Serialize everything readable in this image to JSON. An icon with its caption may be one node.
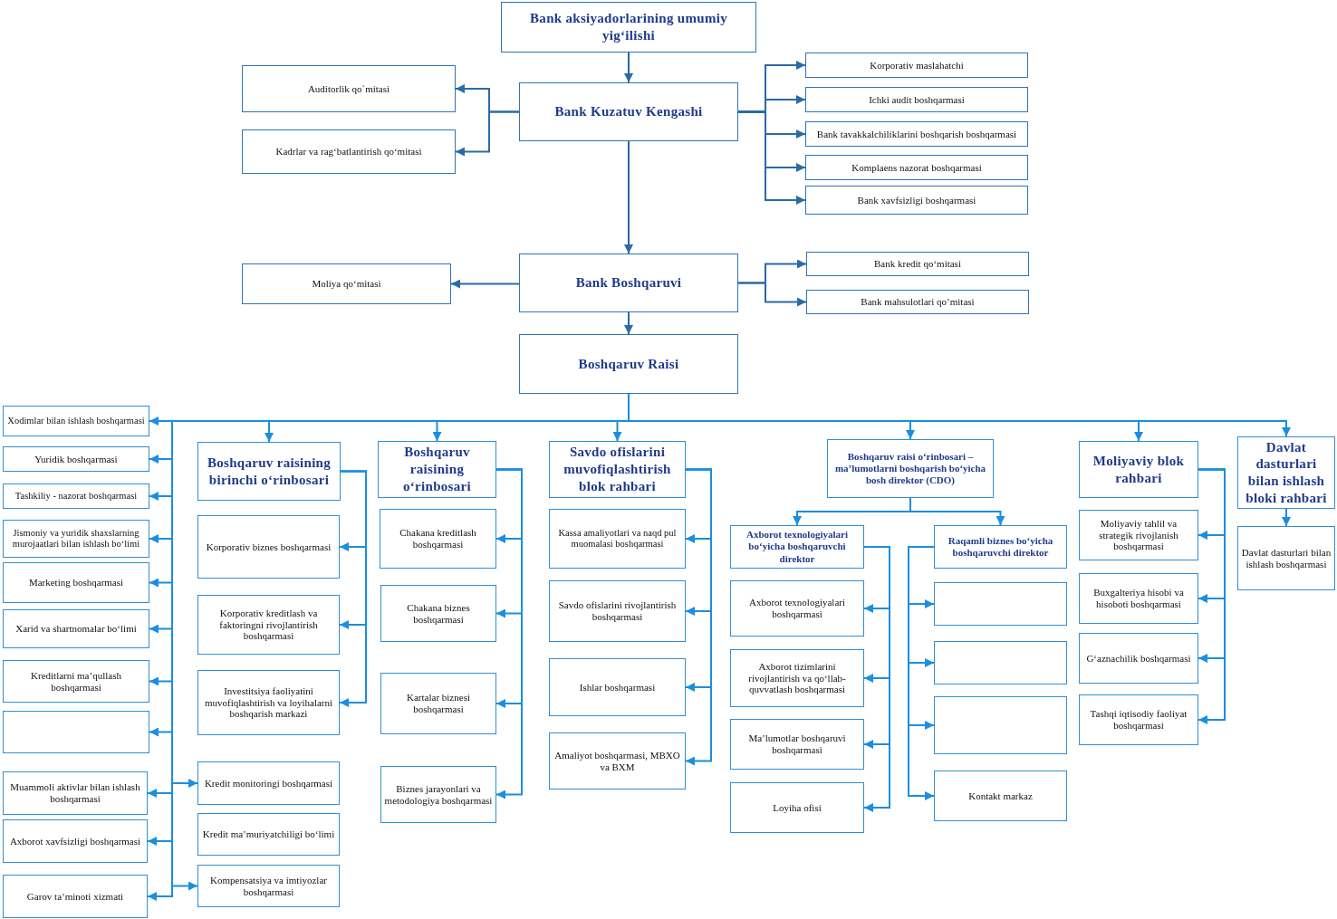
{
  "diagram": {
    "nodes": [
      {
        "text": [
          "Bank aksiyadorlarining umumiy yig‘ilishi"
        ]
      },
      {
        "text": [
          "Bank Kuzatuv Kengashi"
        ]
      },
      {
        "text": [
          "Auditorlik qo`mitasi"
        ]
      },
      {
        "text": [
          "Kadrlar va rag‘batlantirish qo‘mitasi"
        ]
      },
      {
        "text": [
          "Korporativ maslahatchi"
        ]
      },
      {
        "text": [
          "Ichki audit boshqarmasi"
        ]
      },
      {
        "text": [
          "Bank tavakkalchiliklarini boshqarish boshqarmasi"
        ]
      },
      {
        "text": [
          "Komplaens nazorat boshqarmasi"
        ]
      },
      {
        "text": [
          "Bank xavfsizligi boshqarmasi"
        ]
      },
      {
        "text": [
          "Bank Boshqaruvi"
        ]
      },
      {
        "text": [
          "Moliya qo‘mitasi"
        ]
      },
      {
        "text": [
          "Bank kredit qo‘mitasi"
        ]
      },
      {
        "text": [
          "Bank mahsulotlari qo’mitasi"
        ]
      },
      {
        "text": [
          "Boshqaruv Raisi"
        ]
      },
      {
        "text": [
          "Xodimlar bilan ishlash boshqarmasi"
        ]
      },
      {
        "text": [
          "Yuridik boshqarmasi"
        ]
      },
      {
        "text": [
          "Tashkiliy - nazorat boshqarmasi"
        ]
      },
      {
        "text": [
          "Jismoniy va yuridik shaxslarning murojaatlari bilan ishlash bo‘limi"
        ]
      },
      {
        "text": [
          "Marketing boshqarmasi"
        ]
      },
      {
        "text": [
          "Xarid va shartnomalar bo‘limi"
        ]
      },
      {
        "text": [
          "Kreditlarni ma’qullash boshqarmasi"
        ]
      },
      {
        "text": [],
        "shape": "box"
      },
      {
        "text": [
          "Muammoli aktivlar bilan ishlash boshqarmasi"
        ]
      },
      {
        "text": [
          "Axborot xavfsizligi boshqarmasi"
        ]
      },
      {
        "text": [
          "Garov ta’minoti xizmati"
        ]
      },
      {
        "text": [
          "Boshqaruv raisining birinchi o‘rinbosari"
        ]
      },
      {
        "text": [
          "Korporativ biznes boshqarmasi"
        ]
      },
      {
        "text": [
          "Korporativ kreditlash va faktoringni rivojlantirish boshqarmasi"
        ]
      },
      {
        "text": [
          "Investitsiya faoliyatini muvofiqlashtirish va loyihalarni boshqarish markazi"
        ]
      },
      {
        "text": [
          "Kredit monitoringi boshqarmasi"
        ]
      },
      {
        "text": [
          "Kredit ma’muriyatchiligi bo‘limi"
        ]
      },
      {
        "text": [
          "Kompensatsiya va imtiyozlar boshqarmasi"
        ]
      },
      {
        "text": [
          "Boshqaruv raisining o‘rinbosari"
        ]
      },
      {
        "text": [
          "Chakana kreditlash boshqarmasi"
        ]
      },
      {
        "text": [
          "Chakana biznes boshqarmasi"
        ]
      },
      {
        "text": [
          "Kartalar biznesi boshqarmasi"
        ]
      },
      {
        "text": [
          "Biznes jarayonlari va metodologiya boshqarmasi"
        ]
      },
      {
        "text": [
          "Savdo ofislarini muvofiqlashtirish blok rahbari"
        ]
      },
      {
        "text": [
          "Kassa amaliyotlari va naqd pul muomalasi boshqarmasi"
        ]
      },
      {
        "text": [
          "Savdo ofislarini rivojlantirish boshqarmasi"
        ]
      },
      {
        "text": [
          "Ishlar boshqarmasi"
        ]
      },
      {
        "text": [
          "Amaliyot boshqarmasi, MBXO va BXM"
        ]
      },
      {
        "text": [
          "Boshqaruv raisi o‘rinbosari – ma’lumotlarni boshqarish bo‘yicha bosh direktor (CDO)"
        ]
      },
      {
        "text": [
          "Axborot texnologiyalari bo‘yicha boshqaruvchi direktor"
        ]
      },
      {
        "text": [
          "Axborot texnologiyalari boshqarmasi"
        ]
      },
      {
        "text": [
          "Axborot tizimlarini rivojlantirish va qo‘llab-quvvatlash boshqarmasi"
        ]
      },
      {
        "text": [
          "Ma’lumotlar boshqaruvi boshqarmasi"
        ]
      },
      {
        "text": [
          "Loyiha ofisi"
        ]
      },
      {
        "text": [
          "Raqamli biznes bo‘yicha boshqaruvchi direktor"
        ]
      },
      {
        "text": [],
        "shape": "box"
      },
      {
        "text": [],
        "shape": "box"
      },
      {
        "text": [],
        "shape": "box"
      },
      {
        "text": [
          "Kontakt markaz"
        ]
      },
      {
        "text": [
          "Moliyaviy blok rahbari"
        ]
      },
      {
        "text": [
          "Moliyaviy tahlil va strategik rivojlanish boshqarmasi"
        ]
      },
      {
        "text": [
          "Buxgalteriya hisobi va hisoboti boshqarmasi"
        ]
      },
      {
        "text": [
          "G‘aznachilik boshqarmasi"
        ]
      },
      {
        "text": [
          "Tashqi iqtisodiy faoliyat boshqarmasi"
        ]
      },
      {
        "text": [
          "Davlat dasturlari bilan ishlash bloki rahbari"
        ]
      },
      {
        "text": [
          "Davlat dasturlari bilan ishlash boshqarmasi"
        ]
      }
    ],
    "edges": [
      {
        "from": 0,
        "to": 1,
        "arrow": "to",
        "color": "#2a6aa6"
      },
      {
        "from": 1,
        "to": 2,
        "arrow": "to",
        "color": "#2a6aa6"
      },
      {
        "from": 1,
        "to": 3,
        "arrow": "to",
        "color": "#2a6aa6"
      },
      {
        "from": 1,
        "to": 4,
        "arrow": "to",
        "color": "#2a6aa6"
      },
      {
        "from": 1,
        "to": 5,
        "arrow": "to",
        "color": "#2a6aa6"
      },
      {
        "from": 1,
        "to": 6,
        "arrow": "to",
        "color": "#2a6aa6"
      },
      {
        "from": 1,
        "to": 7,
        "arrow": "to",
        "color": "#2a6aa6"
      },
      {
        "from": 1,
        "to": 8,
        "arrow": "to",
        "color": "#2a6aa6"
      },
      {
        "from": 1,
        "to": 9,
        "arrow": "to",
        "color": "#2a6aa6"
      },
      {
        "from": 9,
        "to": 10,
        "arrow": "to",
        "color": "#2a6aa6"
      },
      {
        "from": 9,
        "to": 11,
        "arrow": "to",
        "color": "#2a6aa6"
      },
      {
        "from": 9,
        "to": 12,
        "arrow": "to",
        "color": "#2a6aa6"
      },
      {
        "from": 9,
        "to": 13,
        "arrow": "to",
        "color": "#2a6aa6"
      },
      {
        "from": 13,
        "to": 14,
        "arrow": "to"
      },
      {
        "from": 13,
        "to": 15,
        "arrow": "to"
      },
      {
        "from": 13,
        "to": 16,
        "arrow": "to"
      },
      {
        "from": 13,
        "to": 17,
        "arrow": "to"
      },
      {
        "from": 13,
        "to": 18,
        "arrow": "to"
      },
      {
        "from": 13,
        "to": 19,
        "arrow": "to"
      },
      {
        "from": 13,
        "to": 20,
        "arrow": "to"
      },
      {
        "from": 13,
        "to": 21,
        "arrow": "to"
      },
      {
        "from": 13,
        "to": 22,
        "arrow": "to"
      },
      {
        "from": 13,
        "to": 23,
        "arrow": "to"
      },
      {
        "from": 13,
        "to": 24,
        "arrow": "to"
      },
      {
        "from": 13,
        "to": 29,
        "arrow": "to"
      },
      {
        "from": 13,
        "to": 31,
        "arrow": "to"
      },
      {
        "from": 13,
        "to": 25,
        "arrow": "to"
      },
      {
        "from": 13,
        "to": 32,
        "arrow": "to"
      },
      {
        "from": 13,
        "to": 37,
        "arrow": "to"
      },
      {
        "from": 13,
        "to": 42,
        "arrow": "to"
      },
      {
        "from": 13,
        "to": 53,
        "arrow": "to"
      },
      {
        "from": 13,
        "to": 58,
        "arrow": "to"
      },
      {
        "from": 25,
        "to": 26,
        "arrow": "to"
      },
      {
        "from": 25,
        "to": 27,
        "arrow": "to"
      },
      {
        "from": 25,
        "to": 28,
        "arrow": "to"
      },
      {
        "from": 32,
        "to": 33,
        "arrow": "to"
      },
      {
        "from": 32,
        "to": 34,
        "arrow": "to"
      },
      {
        "from": 32,
        "to": 35,
        "arrow": "to"
      },
      {
        "from": 32,
        "to": 36,
        "arrow": "to"
      },
      {
        "from": 37,
        "to": 38,
        "arrow": "to"
      },
      {
        "from": 37,
        "to": 39,
        "arrow": "to"
      },
      {
        "from": 37,
        "to": 40,
        "arrow": "to"
      },
      {
        "from": 37,
        "to": 41,
        "arrow": "to"
      },
      {
        "from": 42,
        "to": 43,
        "arrow": "to"
      },
      {
        "from": 42,
        "to": 48,
        "arrow": "to"
      },
      {
        "from": 43,
        "to": 44,
        "arrow": "to"
      },
      {
        "from": 43,
        "to": 45,
        "arrow": "to"
      },
      {
        "from": 43,
        "to": 46,
        "arrow": "to"
      },
      {
        "from": 43,
        "to": 47,
        "arrow": "to"
      },
      {
        "from": 48,
        "to": 49,
        "arrow": "to"
      },
      {
        "from": 48,
        "to": 50,
        "arrow": "to"
      },
      {
        "from": 48,
        "to": 51,
        "arrow": "to"
      },
      {
        "from": 48,
        "to": 52,
        "arrow": "to"
      },
      {
        "from": 53,
        "to": 54,
        "arrow": "to"
      },
      {
        "from": 53,
        "to": 55,
        "arrow": "to"
      },
      {
        "from": 53,
        "to": 56,
        "arrow": "to"
      },
      {
        "from": 53,
        "to": 57,
        "arrow": "to"
      },
      {
        "from": 58,
        "to": 59,
        "arrow": "to"
      }
    ]
  }
}
